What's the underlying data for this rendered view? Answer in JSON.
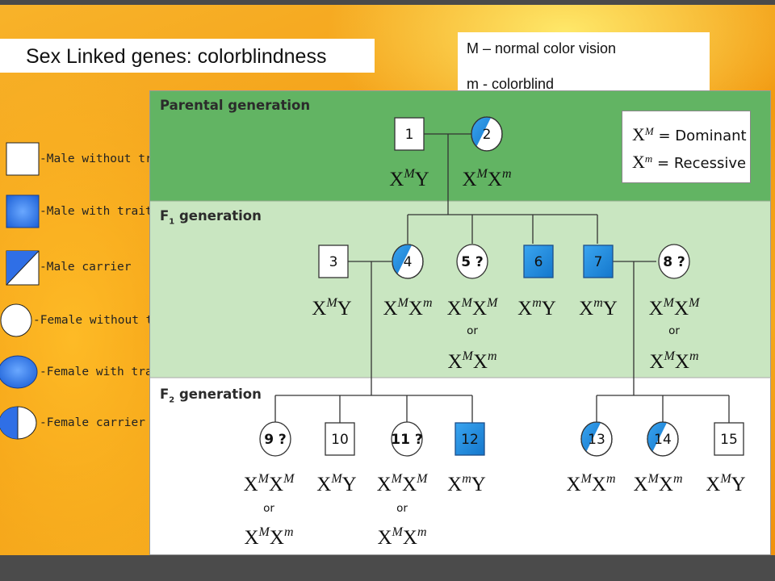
{
  "slide": {
    "title": "Sex Linked genes: colorblindness",
    "key_line1": "M – normal color vision",
    "key_line2": "m - colorblind"
  },
  "legend": [
    {
      "label": "-Male without trait",
      "icon": "square-empty-icon"
    },
    {
      "label": "-Male with trait",
      "icon": "square-filled-icon"
    },
    {
      "label": "-Male carrier",
      "icon": "square-half-icon"
    },
    {
      "label": "-Female without trait",
      "icon": "circle-empty-icon"
    },
    {
      "label": "-Female with trait",
      "icon": "circle-filled-icon"
    },
    {
      "label": "-Female carrier",
      "icon": "circle-half-icon"
    }
  ],
  "pedigree": {
    "generations": [
      "Parental generation",
      "F",
      "generation",
      "F",
      "generation"
    ],
    "gen_sub": [
      "1",
      "2"
    ],
    "allele_key": {
      "dominant": "= Dominant",
      "recessive": "= Recessive",
      "X": "X",
      "M": "M",
      "m": "m"
    },
    "individuals": [
      "1",
      "2",
      "3",
      "4",
      "5 ?",
      "6",
      "7",
      "8 ?",
      "9 ?",
      "10",
      "11 ?",
      "12",
      "13",
      "14",
      "15"
    ],
    "or_word": "or",
    "colors": {
      "affected": "#1e8fe0",
      "parental_band": "#62b463",
      "f1_band": "#c9e6c1",
      "f2_band": "#ffffff"
    }
  }
}
